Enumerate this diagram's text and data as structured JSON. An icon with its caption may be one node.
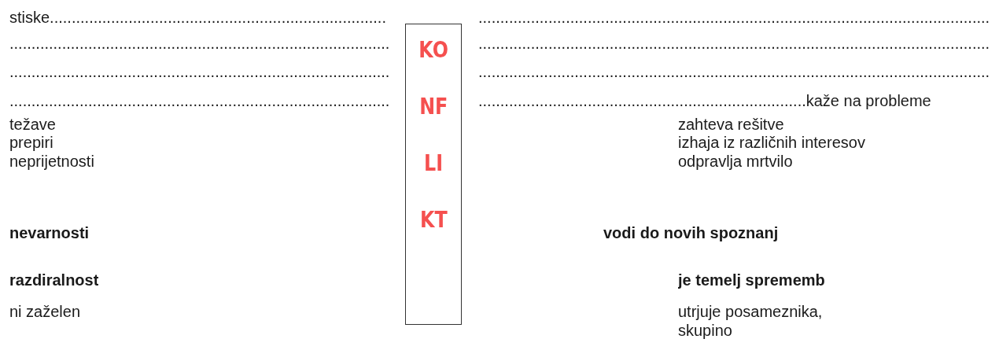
{
  "diagram": {
    "nodes": [
      {
        "text": [
          "KO",
          "NF",
          "LI",
          "KT"
        ]
      }
    ],
    "labels": [
      "stiske.............................................................................",
      ".....................................................................................................................",
      ".......................................................................................",
      ".....................................................................................................................",
      ".......................................................................................",
      ".....................................................................................................................",
      ".......................................................................................",
      "...........................................................................kaže na probleme",
      "težave",
      "zahteva rešitve",
      "prepiri",
      "izhaja iz različnih interesov",
      "neprijetnosti",
      "odpravlja mrtvilo",
      "nevarnosti",
      "vodi do novih spoznanj",
      "razdiralnost",
      "je temelj sprememb",
      "ni zaželen",
      "utrjuje posameznika, skupino"
    ]
  }
}
